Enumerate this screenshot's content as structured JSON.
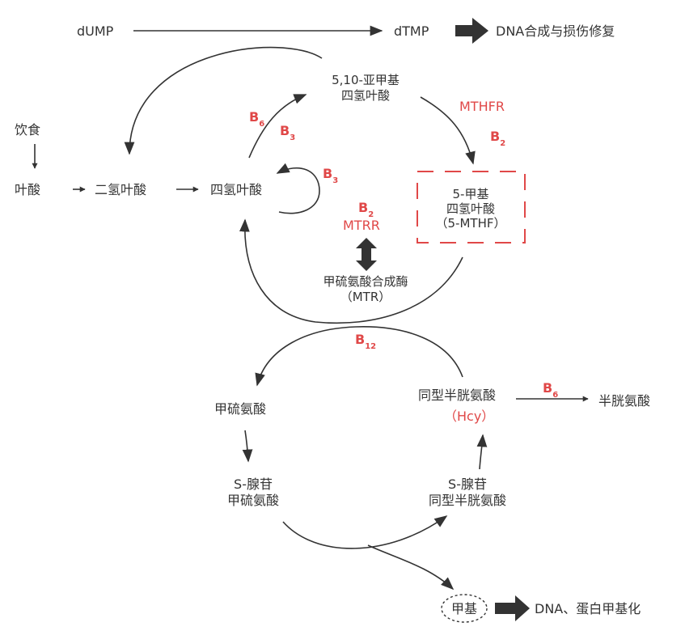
{
  "nodes": {
    "dump": "dUMP",
    "dtmp": "dTMP",
    "dna_repair": "DNA合成与损伤修复",
    "methylene_thf_1": "5,10-亚甲基",
    "methylene_thf_2": "四氢叶酸",
    "diet": "饮食",
    "folate": "叶酸",
    "dhf": "二氢叶酸",
    "thf": "四氢叶酸",
    "mthf_1": "5-甲基",
    "mthf_2": "四氢叶酸",
    "mthf_3": "（5-MTHF）",
    "mtr_1": "甲硫氨酸合成酶",
    "mtr_2": "（MTR）",
    "methionine": "甲硫氨酸",
    "hcy_1": "同型半胱氨酸",
    "hcy_2": "（Hcy）",
    "cysteine": "半胱氨酸",
    "sam_1": "S-腺苷",
    "sam_2": "甲硫氨酸",
    "sah_1": "S-腺苷",
    "sah_2": "同型半胱氨酸",
    "methyl": "甲基",
    "dna_methylation": "DNA、蛋白甲基化"
  },
  "enzymes": {
    "mthfr": "MTHFR",
    "mtrr": "MTRR"
  },
  "vitamins": {
    "b6_top": {
      "base": "B",
      "sub": "6"
    },
    "b3_top": {
      "base": "B",
      "sub": "3"
    },
    "b3_loop": {
      "base": "B",
      "sub": "3"
    },
    "b2_mthfr": {
      "base": "B",
      "sub": "2"
    },
    "b2_mtrr": {
      "base": "B",
      "sub": "2"
    },
    "b12": {
      "base": "B",
      "sub": "12"
    },
    "b6_cys": {
      "base": "B",
      "sub": "6"
    }
  },
  "colors": {
    "text": "#333333",
    "accent_red": "#e04848",
    "arrow": "#333333"
  }
}
